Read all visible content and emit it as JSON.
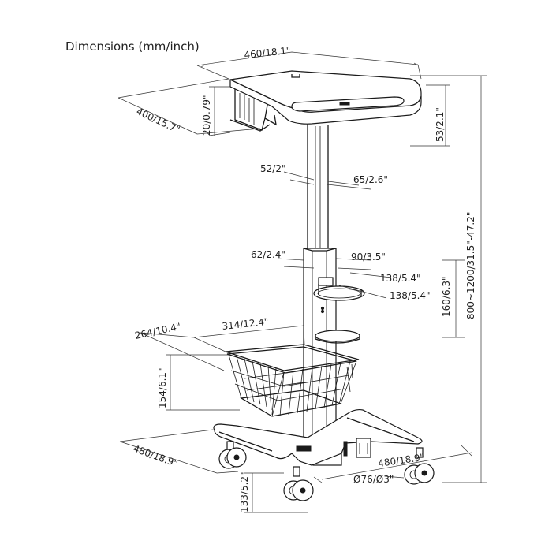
{
  "title": "Dimensions (mm/inch)",
  "labels": {
    "top_width": "460/18.1\"",
    "top_depth": "400/15.7\"",
    "top_thickness": "20/0.79\"",
    "top_lip": "53/2.1\"",
    "column_upper_a": "52/2\"",
    "column_upper_b": "65/2.6\"",
    "column_lower_a": "62/2.4\"",
    "column_lower_b": "90/3.5\"",
    "holder_a": "138/5.4\"",
    "holder_b": "138/5.4\"",
    "holder_height": "160/6.3\"",
    "total_height": "800~1200/31.5\"-47.2\"",
    "basket_width": "314/12.4\"",
    "basket_depth": "264/10.4\"",
    "basket_height": "154/6.1\"",
    "base_depth": "480/18.9\"",
    "base_width": "480/18.9\"",
    "caster_diameter": "Ø76/Ø3\"",
    "caster_height": "133/5.2\""
  }
}
